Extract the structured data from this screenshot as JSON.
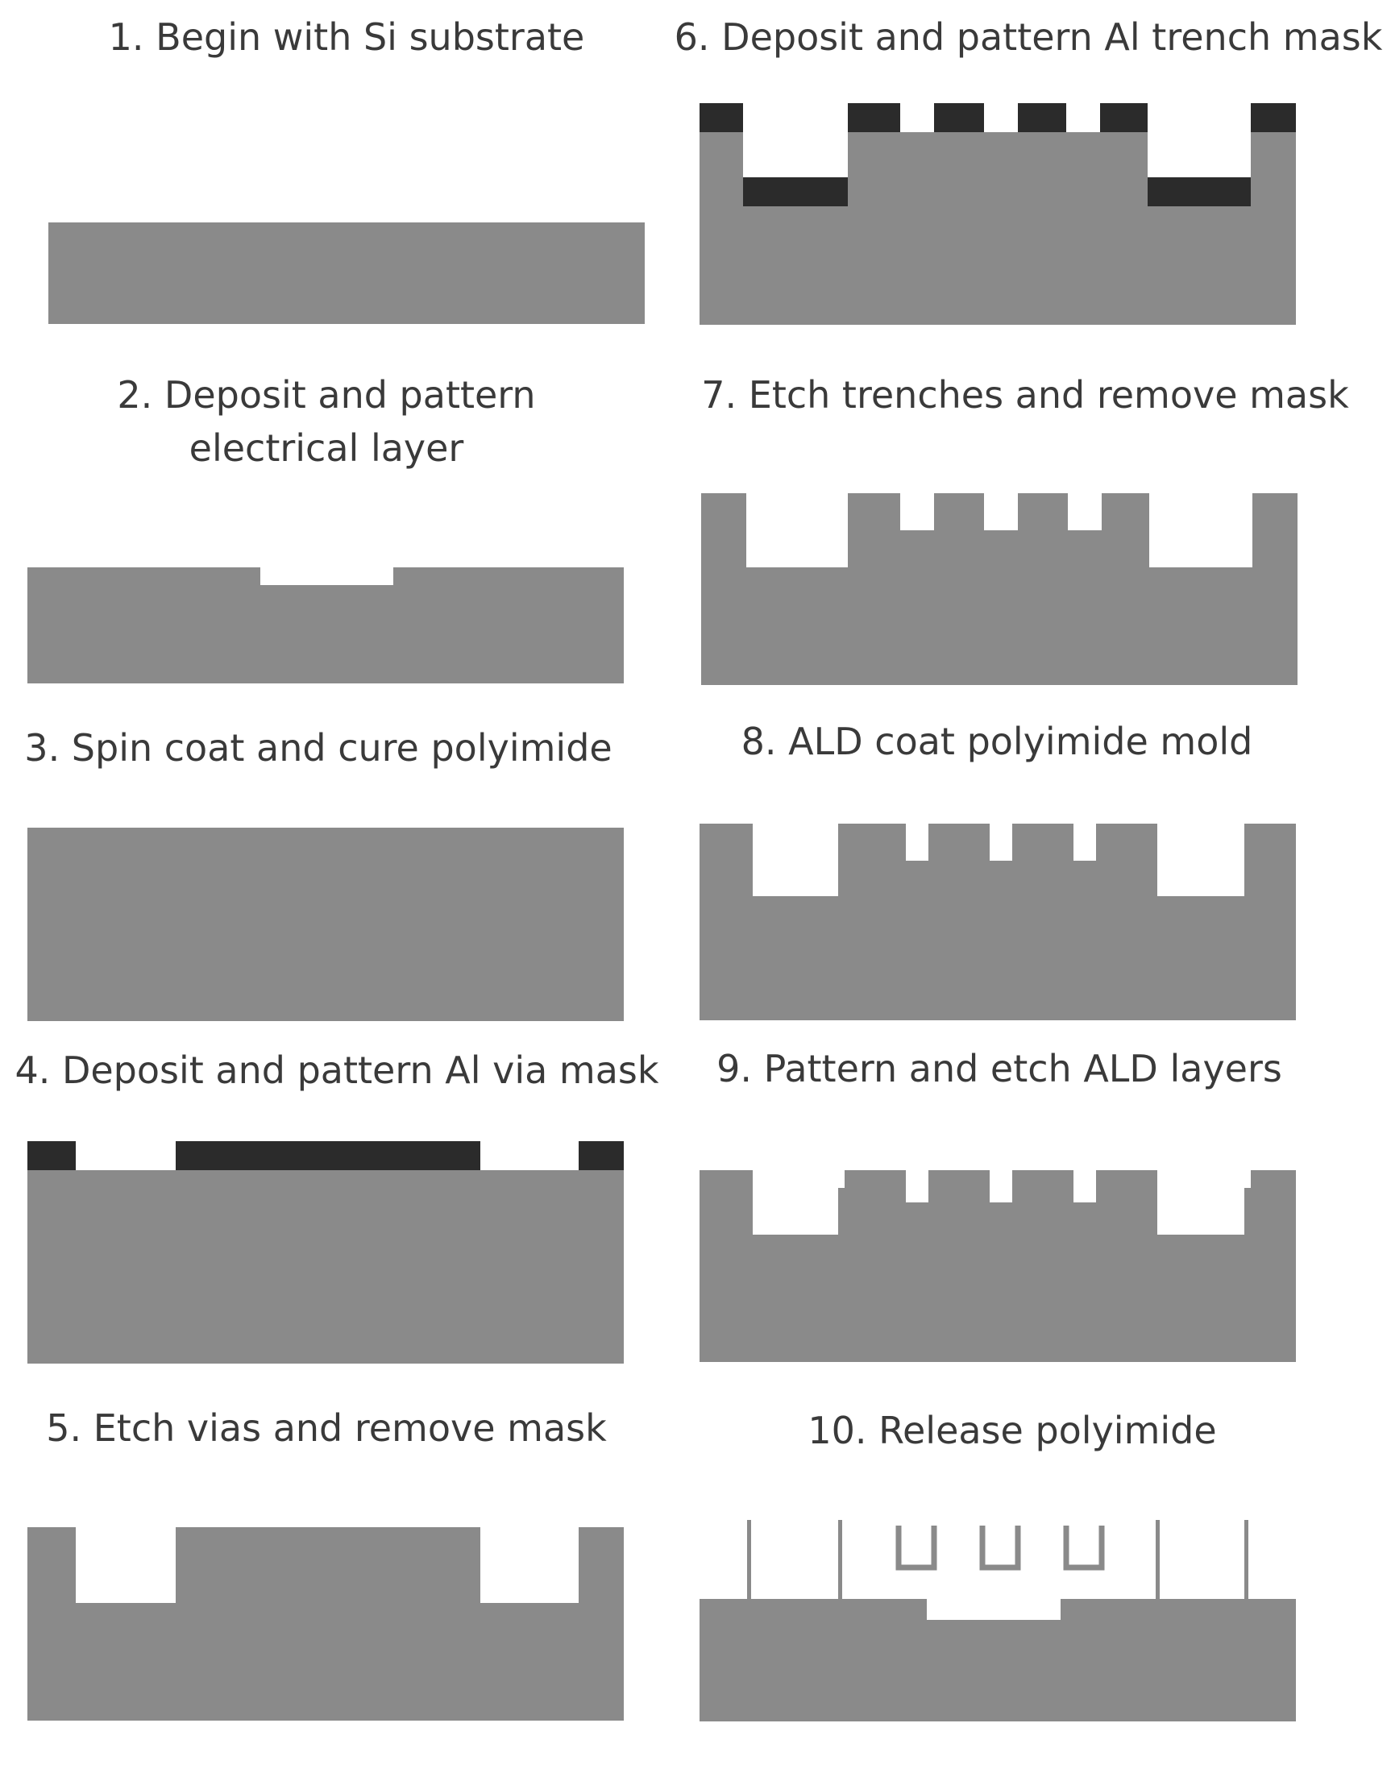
{
  "colors": {
    "substrate": "#8a8a8a",
    "mask": "#2b2b2b",
    "background": "#ffffff",
    "text": "#3a3a3a"
  },
  "steps": [
    {
      "label": "1. Begin with Si substrate"
    },
    {
      "label_line1": "2. Deposit and pattern",
      "label_line2": "electrical layer"
    },
    {
      "label": "3. Spin coat and cure polyimide"
    },
    {
      "label": "4. Deposit and pattern Al via mask"
    },
    {
      "label": "5. Etch vias and remove mask"
    },
    {
      "label": "6. Deposit and pattern Al trench mask"
    },
    {
      "label": "7. Etch trenches and remove mask"
    },
    {
      "label": "8. ALD coat polyimide mold"
    },
    {
      "label": "9. Pattern and etch ALD layers"
    },
    {
      "label": "10. Release polyimide"
    }
  ]
}
